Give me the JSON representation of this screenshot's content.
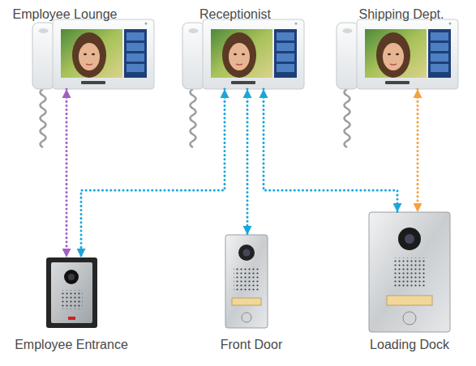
{
  "diagram": {
    "nodes": [
      {
        "text": [
          "Employee Lounge"
        ]
      },
      {
        "text": [
          "Receptionist"
        ]
      },
      {
        "text": [
          "Shipping Dept."
        ]
      },
      {
        "text": [
          "Employee Entrance"
        ]
      },
      {
        "text": [
          "Front Door"
        ]
      },
      {
        "text": [
          "Loading Dock"
        ]
      }
    ],
    "edges": [
      {
        "from": 0,
        "to": 3,
        "arrow": "both"
      },
      {
        "from": 1,
        "to": 3,
        "arrow": "both"
      },
      {
        "from": 1,
        "to": 4,
        "arrow": "both"
      },
      {
        "from": 1,
        "to": 5,
        "arrow": "both"
      },
      {
        "from": 2,
        "to": 5,
        "arrow": "both"
      }
    ]
  }
}
